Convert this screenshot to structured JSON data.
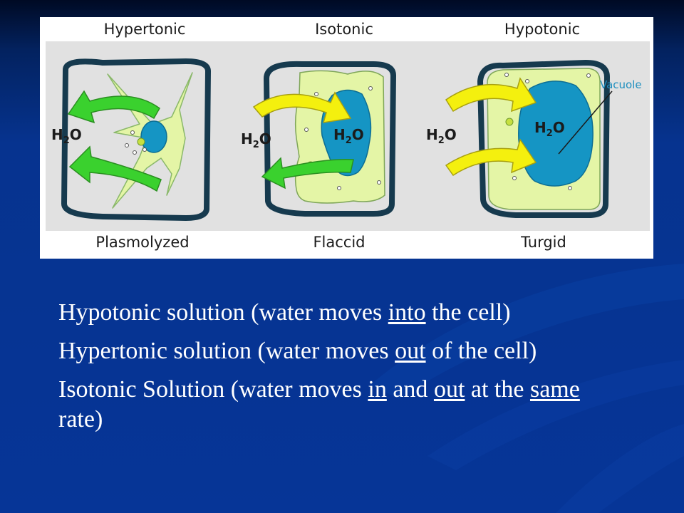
{
  "diagram": {
    "top_labels": [
      "Hypertonic",
      "Isotonic",
      "Hypotonic"
    ],
    "bottom_labels": [
      "Plasmolyzed",
      "Flaccid",
      "Turgid"
    ],
    "molecule": {
      "main": "H",
      "sub": "2",
      "tail": "O"
    },
    "vacuole_label": "Vacuole",
    "colors": {
      "cell_wall": "#163a4e",
      "cytoplasm": "#e4f5a6",
      "vacuole": "#1595c4",
      "arrow_green": "#3ad12e",
      "arrow_yellow": "#f4f00e",
      "panel_gray": "#e1e1e1"
    }
  },
  "bullets": [
    {
      "parts": [
        {
          "t": "Hypotonic solution (water moves "
        },
        {
          "t": "into",
          "u": true
        },
        {
          "t": " the cell)"
        }
      ]
    },
    {
      "parts": [
        {
          "t": "Hypertonic solution (water moves "
        },
        {
          "t": "out",
          "u": true
        },
        {
          "t": " of  the cell)"
        }
      ]
    },
    {
      "parts": [
        {
          "t": "Isotonic Solution (water moves "
        },
        {
          "t": "in",
          "u": true
        },
        {
          "t": " and "
        },
        {
          "t": "out",
          "u": true
        },
        {
          "t": " at the "
        },
        {
          "t": "same",
          "u": true
        },
        {
          "t": " rate)"
        }
      ]
    }
  ]
}
